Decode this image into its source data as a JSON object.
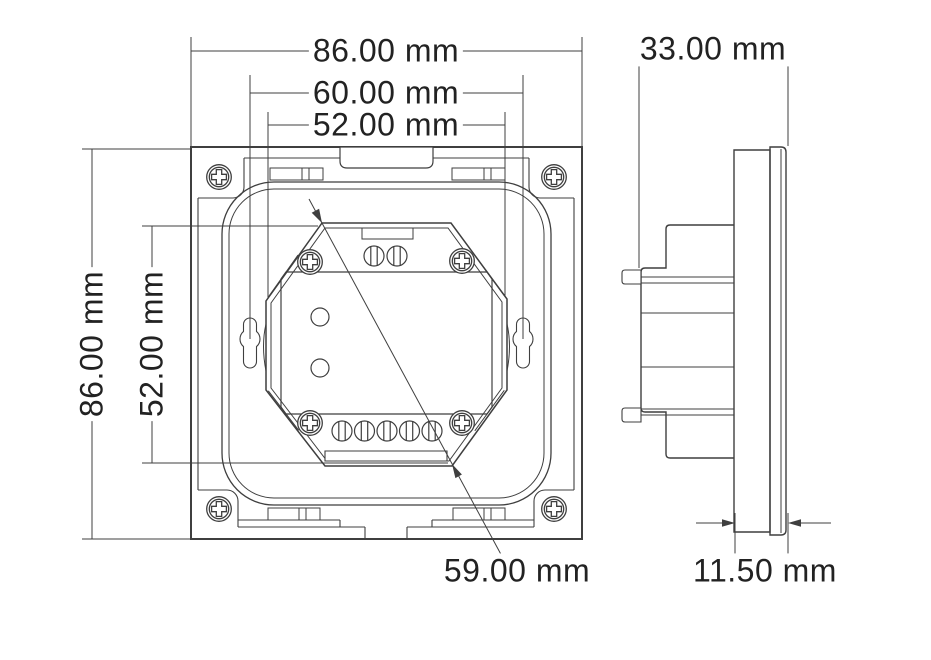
{
  "title": "panel-dimension-drawing",
  "units": "mm",
  "colors": {
    "background": "#ffffff",
    "line": "#3f3f3f",
    "text": "#222222"
  },
  "views": {
    "front": {
      "dims": {
        "outer_width": "86.00 mm",
        "mount_hole_spacing": "60.00 mm",
        "cutout_width": "52.00 mm",
        "outer_height": "86.00 mm",
        "cutout_height": "52.00 mm",
        "module_diagonal": "59.00 mm"
      }
    },
    "side": {
      "dims": {
        "total_depth": "33.00 mm",
        "front_assembly_depth": "11.50 mm"
      }
    }
  }
}
